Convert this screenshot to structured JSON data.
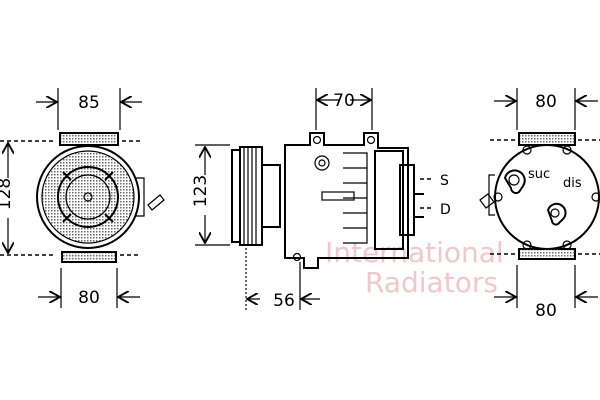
{
  "watermark": {
    "line1": "International",
    "line2": "Radiators"
  },
  "front_view": {
    "width_top": "85",
    "height": "128",
    "width_bottom": "80"
  },
  "side_view": {
    "offset_top": "70",
    "height": "123",
    "offset_bottom": "56",
    "port_s": "S",
    "port_d": "D"
  },
  "rear_view": {
    "width_top": "80",
    "width_bottom": "80",
    "suction_label": "suc",
    "discharge_label": "dis"
  }
}
